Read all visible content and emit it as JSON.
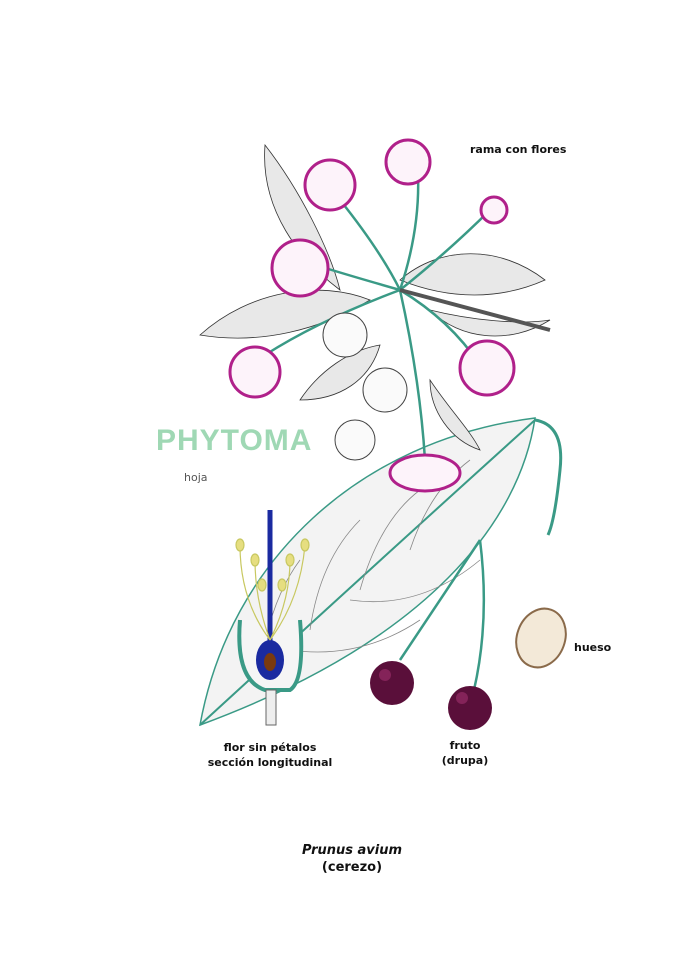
{
  "watermark": "PHYTOMA",
  "labels": {
    "branch": "rama con flores",
    "leaf": "hoja",
    "stone": "hueso",
    "flower_section_1": "flor sin pétalos",
    "flower_section_2": "sección longitudinal",
    "fruit_1": "fruto",
    "fruit_2": "(drupa)"
  },
  "title": {
    "scientific_name": "Prunus avium",
    "common_name": "(cerezo)"
  },
  "colors": {
    "petal_edge": "#b0208a",
    "stem": "#3a9a86",
    "cherry": "#5a0f3a",
    "watermark": "#9fd8b4"
  }
}
